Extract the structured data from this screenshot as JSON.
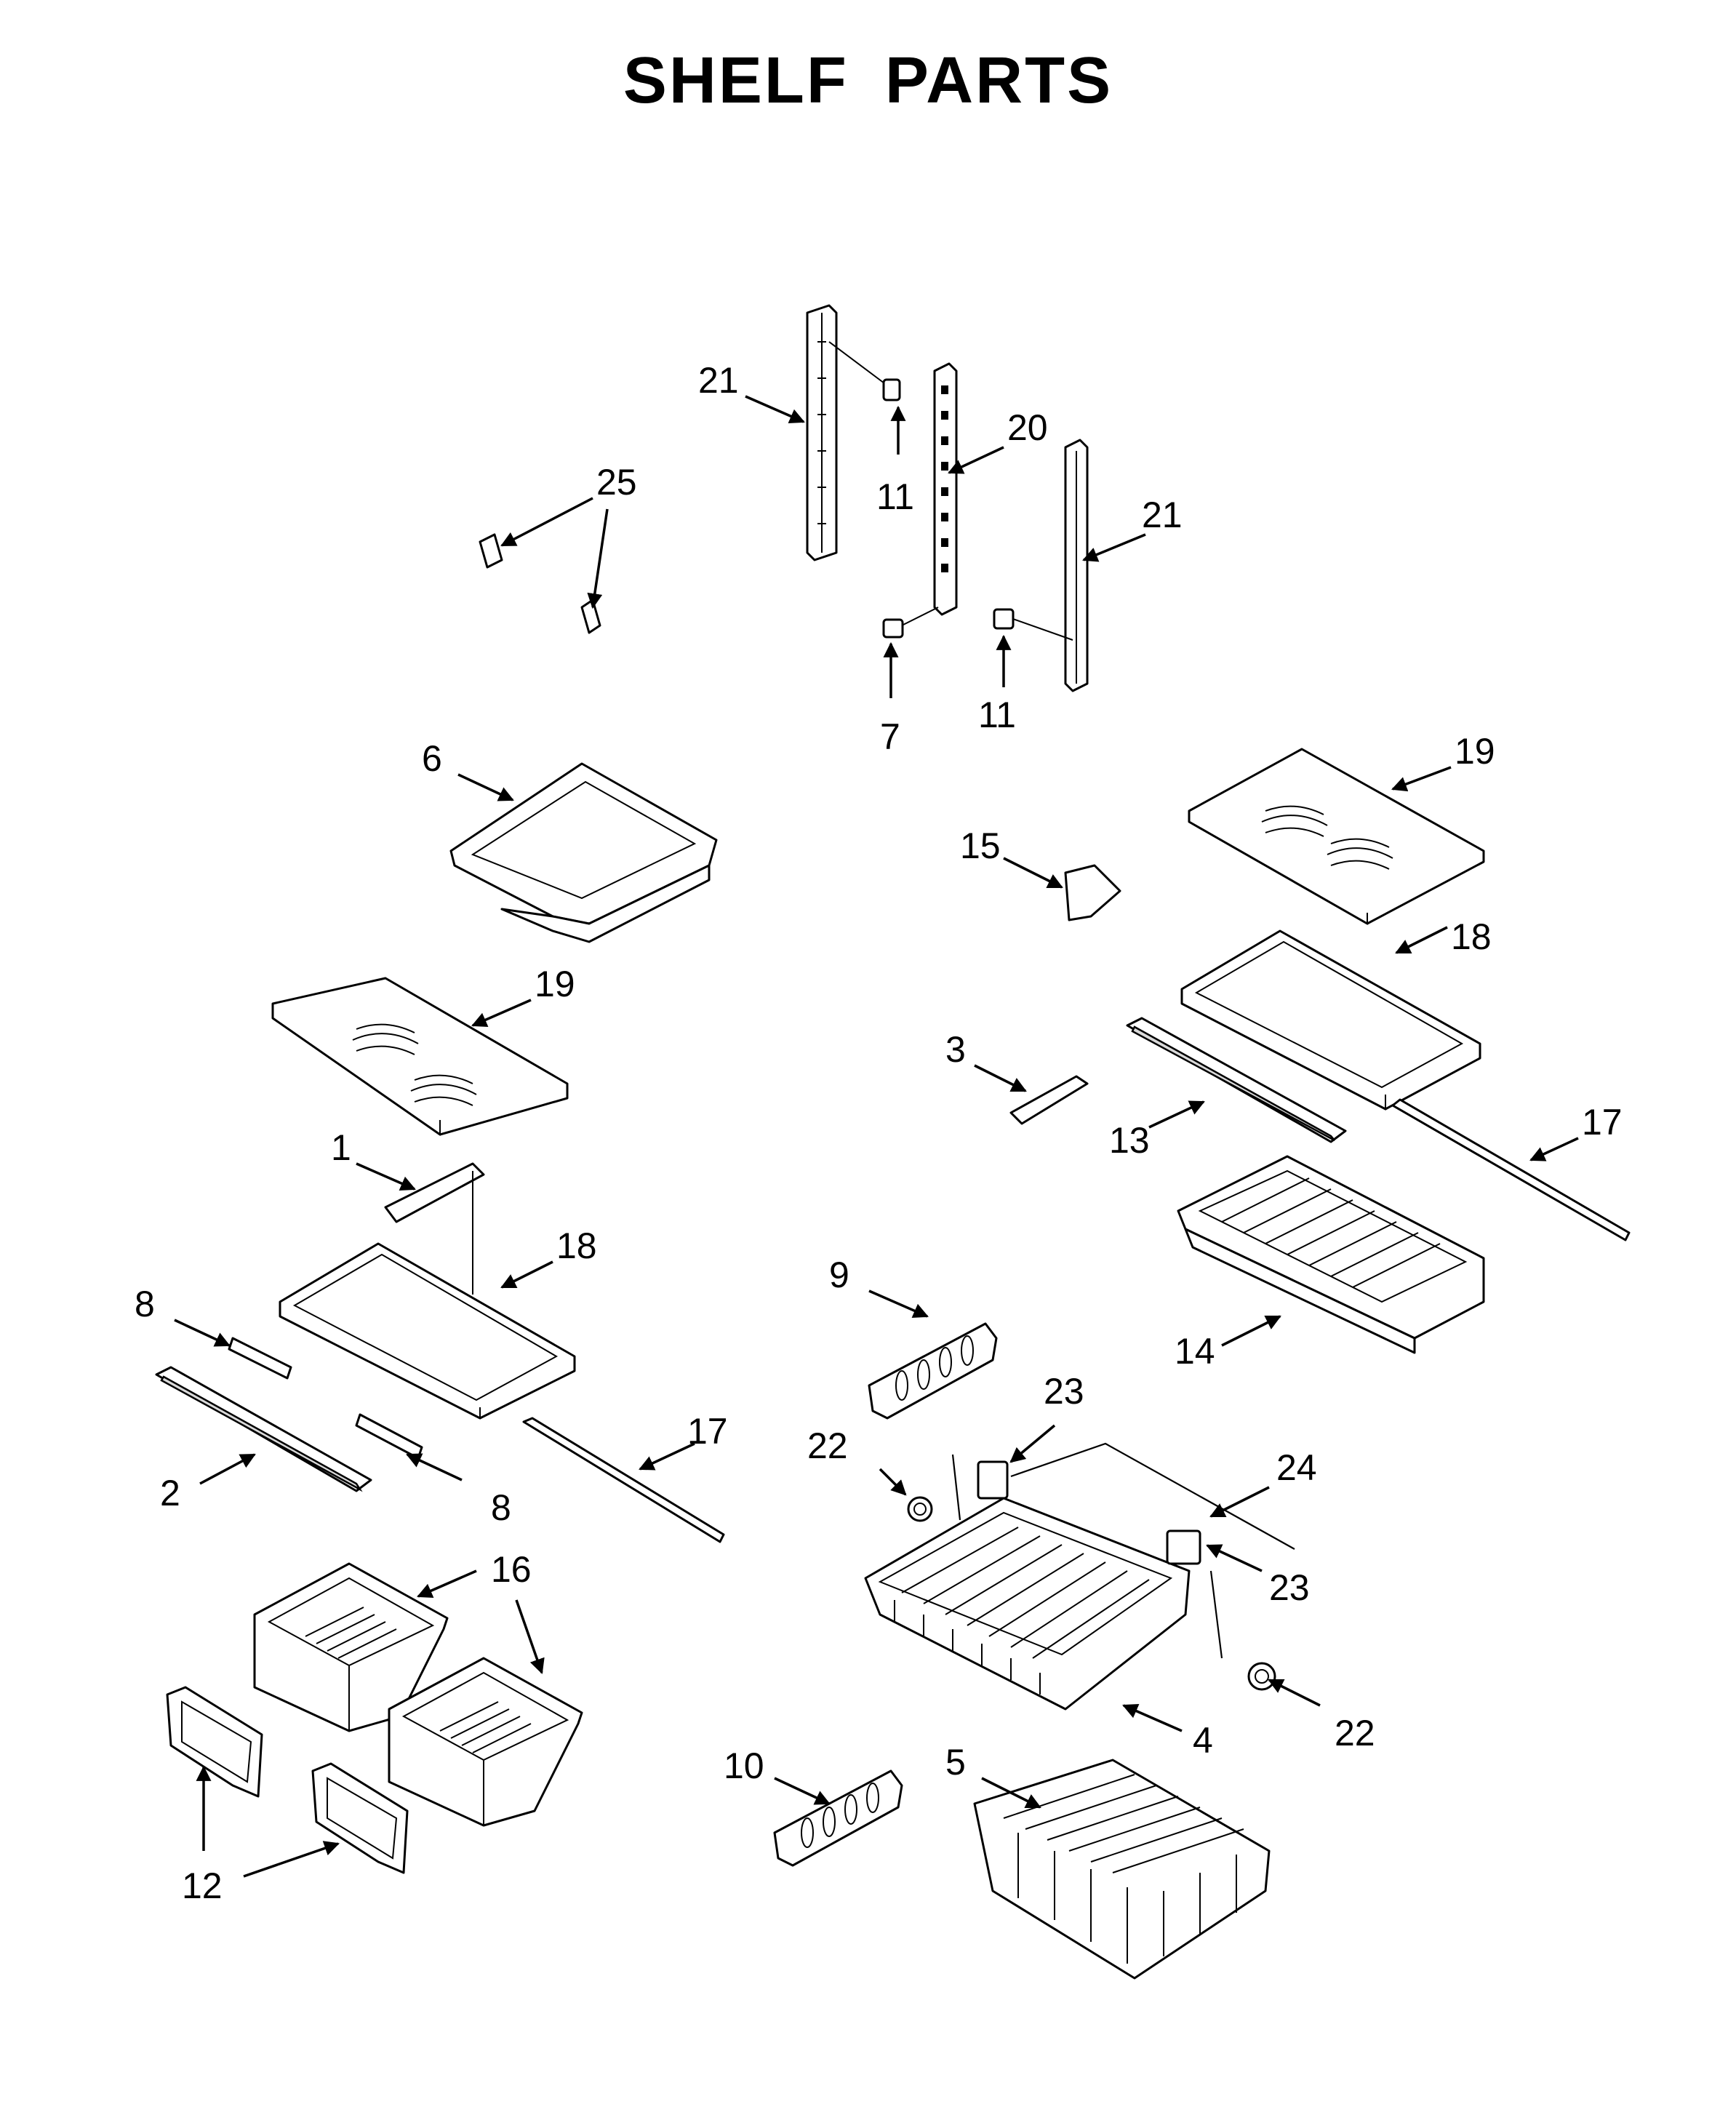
{
  "title": "SHELF PARTS",
  "callouts": [
    {
      "id": "c21a",
      "label": "21"
    },
    {
      "id": "c11a",
      "label": "11"
    },
    {
      "id": "c20",
      "label": "20"
    },
    {
      "id": "c21b",
      "label": "21"
    },
    {
      "id": "c25",
      "label": "25"
    },
    {
      "id": "c7",
      "label": "7"
    },
    {
      "id": "c11b",
      "label": "11"
    },
    {
      "id": "c6",
      "label": "6"
    },
    {
      "id": "c19a",
      "label": "19"
    },
    {
      "id": "c15",
      "label": "15"
    },
    {
      "id": "c18a",
      "label": "18"
    },
    {
      "id": "c19b",
      "label": "19"
    },
    {
      "id": "c3",
      "label": "3"
    },
    {
      "id": "c13",
      "label": "13"
    },
    {
      "id": "c17a",
      "label": "17"
    },
    {
      "id": "c1",
      "label": "1"
    },
    {
      "id": "c18b",
      "label": "18"
    },
    {
      "id": "c14",
      "label": "14"
    },
    {
      "id": "c9",
      "label": "9"
    },
    {
      "id": "c8a",
      "label": "8"
    },
    {
      "id": "c23a",
      "label": "23"
    },
    {
      "id": "c17b",
      "label": "17"
    },
    {
      "id": "c22a",
      "label": "22"
    },
    {
      "id": "c24",
      "label": "24"
    },
    {
      "id": "c2",
      "label": "2"
    },
    {
      "id": "c8b",
      "label": "8"
    },
    {
      "id": "c23b",
      "label": "23"
    },
    {
      "id": "c16",
      "label": "16"
    },
    {
      "id": "c22b",
      "label": "22"
    },
    {
      "id": "c4",
      "label": "4"
    },
    {
      "id": "c10",
      "label": "10"
    },
    {
      "id": "c5",
      "label": "5"
    },
    {
      "id": "c12",
      "label": "12"
    }
  ]
}
